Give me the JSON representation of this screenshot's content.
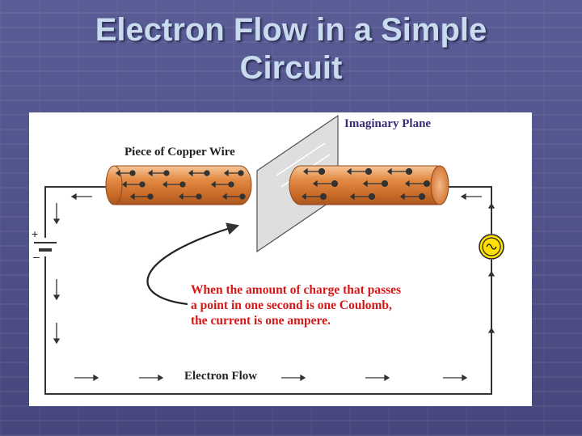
{
  "slide": {
    "title_lines": [
      "Electron Flow in a Simple",
      "Circuit"
    ]
  },
  "diagram": {
    "imaginary_plane_label": "Imaginary Plane",
    "copper_wire_label": "Piece of Copper Wire",
    "electron_flow_label": "Electron Flow",
    "battery_plus": "+",
    "battery_minus": "–",
    "note_lines": [
      "When the amount of charge that passes",
      "a point in one second is one Coulomb,",
      "the current is one ampere."
    ]
  },
  "colors": {
    "background": "#4c4e86",
    "title": "#c9dcef",
    "wire_copper": "#e38b45",
    "note_text": "#d41818",
    "plane_label": "#3b2a78"
  },
  "icons": {
    "lamp": "lamp-icon",
    "battery": "battery-icon"
  }
}
